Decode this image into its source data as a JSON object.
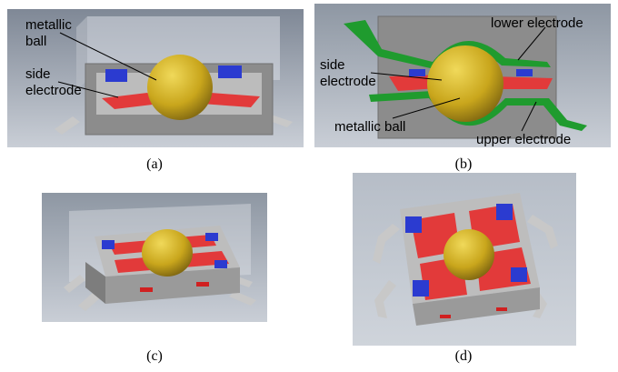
{
  "panels": {
    "a": {
      "caption": "(a)",
      "labels": {
        "ball": [
          "metallic",
          "ball"
        ],
        "side": [
          "side",
          "electrode"
        ]
      }
    },
    "b": {
      "caption": "(b)",
      "labels": {
        "lower": "lower electrode",
        "side": [
          "side",
          "electrode"
        ],
        "ball": "metallic ball",
        "upper": "upper electrode"
      }
    },
    "c": {
      "caption": "(c)"
    },
    "d": {
      "caption": "(d)"
    }
  },
  "colors": {
    "background_top": "#8e97a3",
    "background_bottom": "#c9ced6",
    "housing": "#8c8c8c",
    "ball": "#c9a61c",
    "side_electrode": "#e23a3a",
    "contact_pad": "#2b3bd0",
    "terminal_electrode": "#1f9b2e",
    "leads": "#c8c8c8"
  }
}
